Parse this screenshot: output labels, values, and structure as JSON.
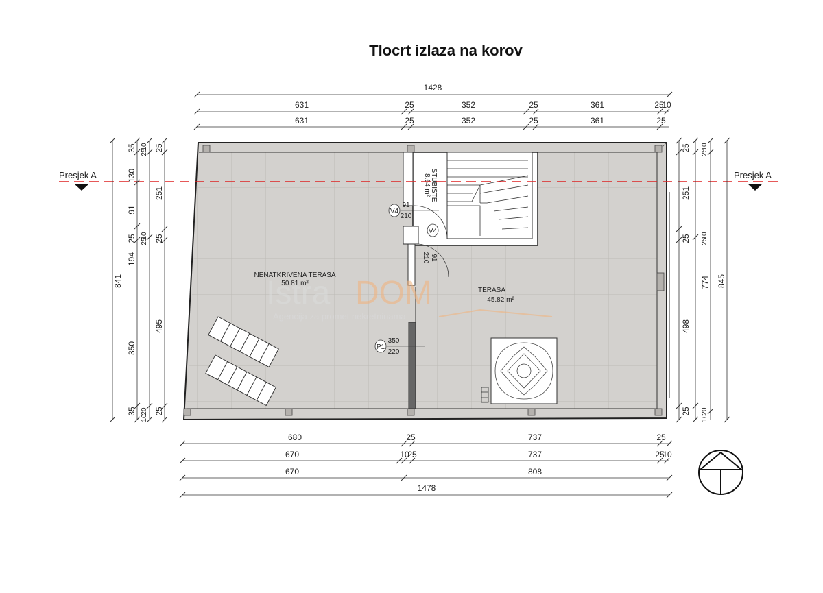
{
  "title": "Tlocrt izlaza na korov",
  "section": {
    "left_label": "Presjek A",
    "right_label": "Presjek A"
  },
  "rooms": [
    {
      "name": "NENATKRIVENA TERASA",
      "area": "50.81 m²"
    },
    {
      "name": "TERASA",
      "area": "45.82 m²"
    },
    {
      "name": "STUBIŠTE",
      "area": "8.64 m²"
    }
  ],
  "openings": [
    {
      "tag": "V4",
      "w": "91",
      "h": "210"
    },
    {
      "tag": "V4",
      "w": "91",
      "h": "210"
    },
    {
      "tag": "P1",
      "w": "350",
      "h": "220"
    }
  ],
  "watermark": {
    "brand_a": "Istra",
    "brand_b": "DOM",
    "tagline": "Agencija za promet nekretninama"
  },
  "dims_top": {
    "total": "1428",
    "row2": [
      "631",
      "25",
      "352",
      "25",
      "361",
      "25",
      "10"
    ],
    "row3": [
      "631",
      "25",
      "352",
      "25",
      "361",
      "25"
    ]
  },
  "dims_bottom": {
    "row1": [
      "680",
      "25",
      "737",
      "25"
    ],
    "row2": [
      "670",
      "10",
      "25",
      "737",
      "25",
      "10"
    ],
    "row3": [
      "670",
      "808"
    ],
    "total": "1478"
  },
  "dims_left": {
    "total": "841",
    "col2": [
      "35",
      "130",
      "91",
      "25",
      "194",
      "350",
      "35"
    ],
    "col3_small": [
      "10",
      "25",
      "10",
      "25",
      "20",
      "10"
    ],
    "col4": [
      "25",
      "251",
      "25",
      "495",
      "25"
    ]
  },
  "dims_right": {
    "col1": [
      "25",
      "251",
      "25",
      "498",
      "25"
    ],
    "col2_small": [
      "10",
      "25",
      "10",
      "25",
      "20",
      "10"
    ],
    "col3": [
      "774"
    ],
    "total": "845"
  }
}
